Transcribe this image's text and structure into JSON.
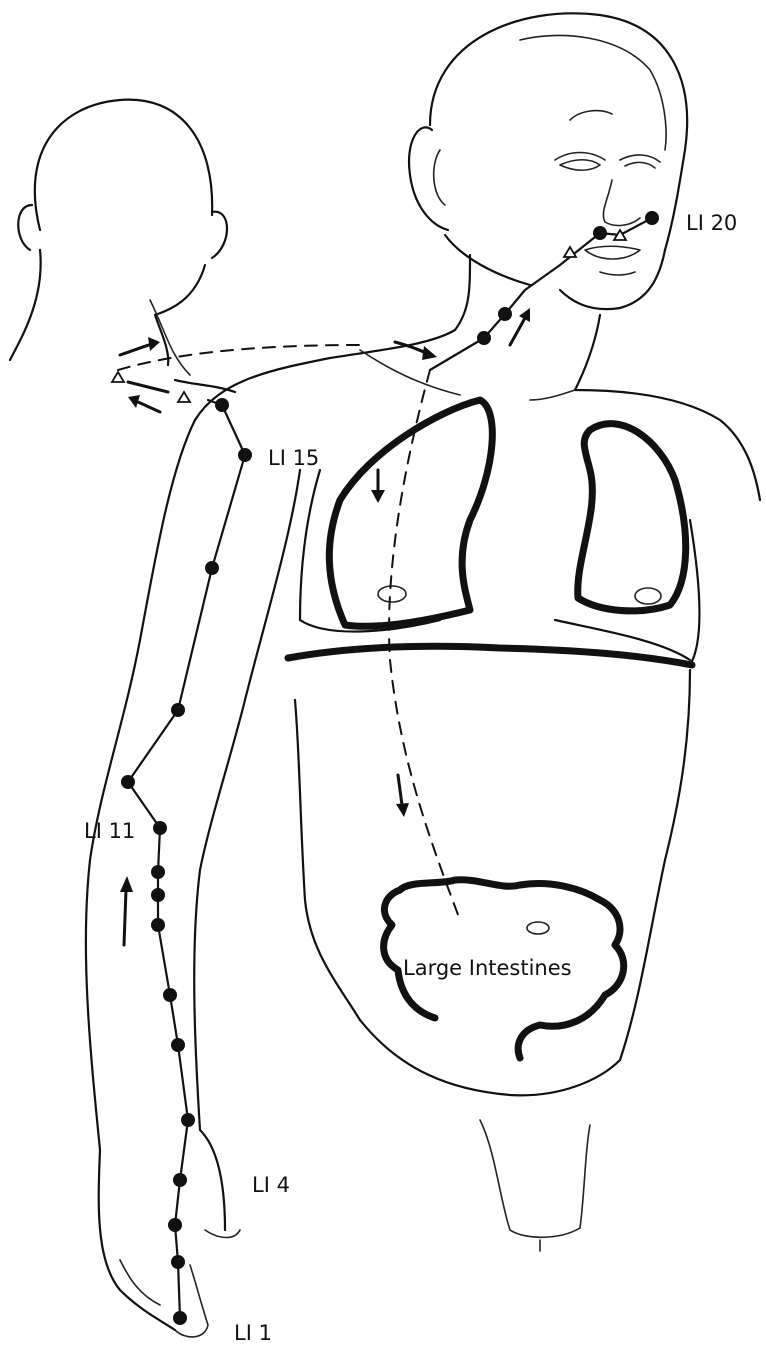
{
  "labels": {
    "li20": "LI 20",
    "li15": "LI 15",
    "li11": "LI 11",
    "li4": "LI 4",
    "li1": "LI 1",
    "large_intestines": "Large Intestines"
  },
  "colors": {
    "ink": "#111111",
    "background": "#ffffff"
  }
}
